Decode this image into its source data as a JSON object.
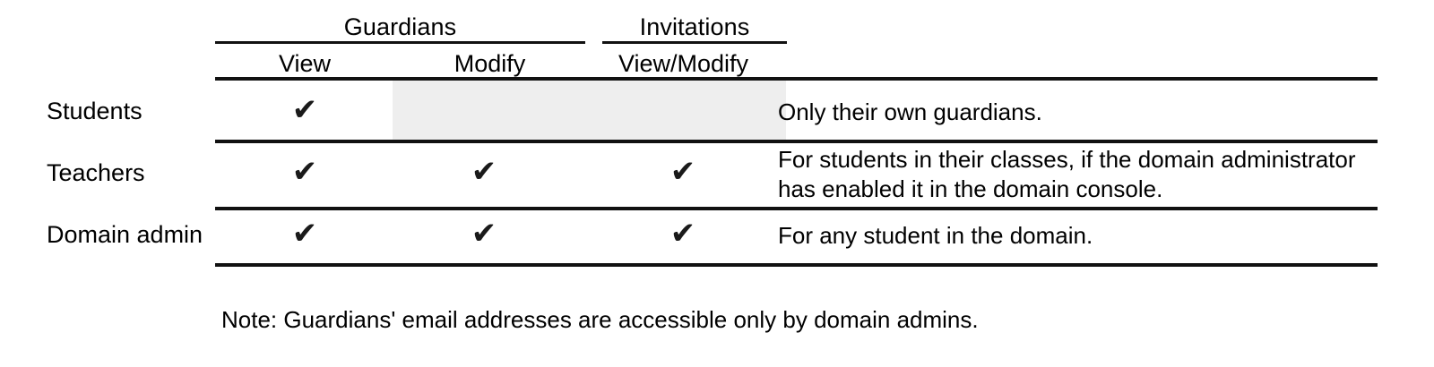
{
  "table": {
    "group_headers": [
      {
        "label": "Guardians"
      },
      {
        "label": "Invitations"
      }
    ],
    "column_headers": [
      {
        "label": "View"
      },
      {
        "label": "Modify"
      },
      {
        "label": "View/Modify"
      }
    ],
    "rows": [
      {
        "label": "Students",
        "guardians_view": "✔",
        "guardians_modify": "",
        "invitations": "",
        "description": "Only their own guardians."
      },
      {
        "label": "Teachers",
        "guardians_view": "✔",
        "guardians_modify": "✔",
        "invitations": "✔",
        "description_line1": "For students in their classes, if the domain administrator",
        "description_line2": "has enabled it in the domain console."
      },
      {
        "label": "Domain admin",
        "guardians_view": "✔",
        "guardians_modify": "✔",
        "invitations": "✔",
        "description": "For any student in the domain."
      }
    ],
    "note": "Note: Guardians' email addresses are accessible only by domain admins."
  },
  "colors": {
    "rule": "#111111",
    "disabled_cell": "#eeeeee",
    "text": "#000000",
    "background": "#ffffff"
  }
}
